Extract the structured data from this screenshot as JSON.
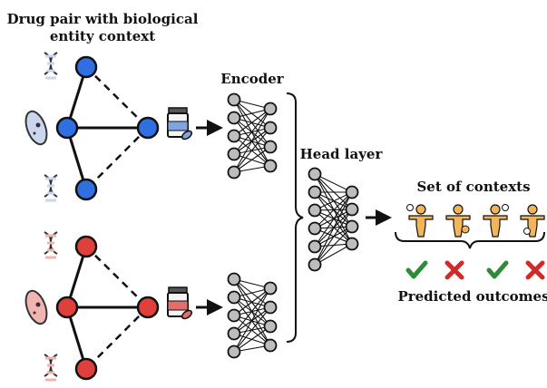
{
  "title": {
    "line1": "Drug pair with biological",
    "line2": "entity context"
  },
  "encoder_label": "Encoder",
  "head_label": "Head layer",
  "contexts_label": "Set of contexts",
  "outcomes_label": "Predicted outcomes",
  "colors": {
    "blue_node": "#2f6fe0",
    "red_node": "#e0403c",
    "nn_node": "#bdbdbd",
    "check": "#2e8b3a",
    "cross": "#d12a2a",
    "person": "#f2b65a",
    "dna_blue": "#c9d6ee",
    "dna_red": "#f1b4b0"
  },
  "outcomes": [
    {
      "type": "check"
    },
    {
      "type": "cross"
    },
    {
      "type": "check"
    },
    {
      "type": "cross"
    }
  ],
  "icons": {
    "dna": "dna-icon",
    "cell": "cell-icon",
    "pill_bottle": "pill-bottle-icon",
    "person": "person-icon"
  }
}
